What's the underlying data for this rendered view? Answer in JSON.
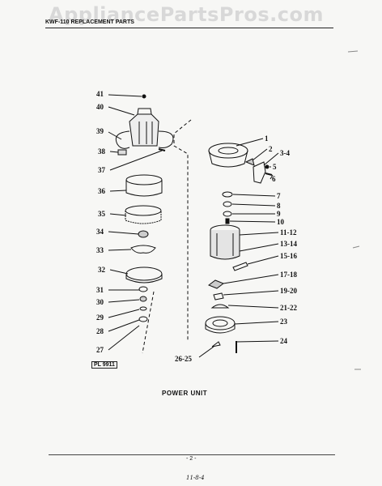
{
  "watermark": "AppliancePartsPros.com",
  "header": {
    "model_ref": "KWF-110 REPLACEMENT PARTS"
  },
  "plate_label": "PL 9911",
  "figure_title": "POWER UNIT",
  "page_number": "- 2 -",
  "handwritten_note": "11-8-4",
  "callouts": {
    "c41": "41",
    "c40": "40",
    "c39": "39",
    "c38": "38",
    "c37": "37",
    "c36": "36",
    "c35": "35",
    "c34": "34",
    "c33": "33",
    "c32": "32",
    "c31": "31",
    "c30": "30",
    "c29": "29",
    "c28": "28",
    "c27": "27",
    "c1": "1",
    "c2": "2",
    "c3_4": "3-4",
    "c5": "5",
    "c6": "6",
    "c7": "7",
    "c8": "8",
    "c9": "9",
    "c10": "10",
    "c11_12": "11-12",
    "c13_14": "13-14",
    "c15_16": "15-16",
    "c17_18": "17-18",
    "c19_20": "19-20",
    "c21_22": "21-22",
    "c23": "23",
    "c24": "24",
    "c26_25": "26-25"
  }
}
